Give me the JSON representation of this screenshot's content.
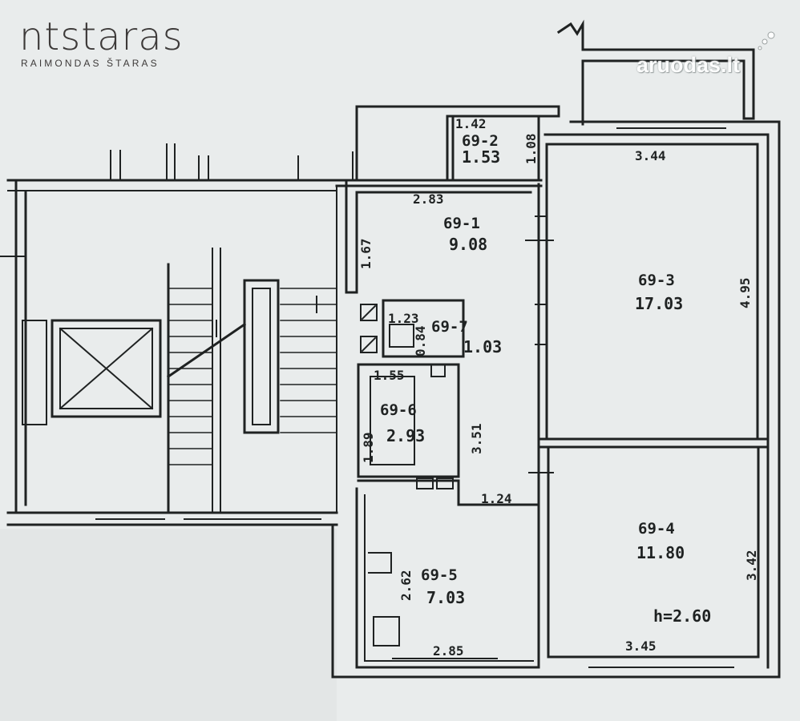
{
  "logo": {
    "brand": "ntstaras",
    "tagline": "RAIMONDAS ŠTARAS"
  },
  "watermark": {
    "text": "aruodas.lt"
  },
  "colors": {
    "paper": "#e9ecec",
    "ink": "#1f2222",
    "logo": "#3d3a39"
  },
  "floorplan": {
    "ceiling_height": "h=2.60",
    "rooms": [
      {
        "id": "69-1",
        "area": "9.08",
        "dims": [
          "2.83",
          "1.67"
        ]
      },
      {
        "id": "69-2",
        "area": "1.53",
        "dims": [
          "1.42",
          "1.08"
        ]
      },
      {
        "id": "69-3",
        "area": "17.03",
        "dims": [
          "3.44",
          "4.95"
        ]
      },
      {
        "id": "69-4",
        "area": "11.80",
        "dims": [
          "3.45",
          "3.42"
        ]
      },
      {
        "id": "69-5",
        "area": "7.03",
        "dims": [
          "2.85",
          "2.62"
        ]
      },
      {
        "id": "69-6",
        "area": "2.93",
        "dims": [
          "1.55",
          "1.89",
          "3.51"
        ]
      },
      {
        "id": "69-7",
        "area": "1.03",
        "dims": [
          "1.23",
          "0.84"
        ]
      }
    ],
    "extra_dims": [
      "1.24"
    ]
  }
}
